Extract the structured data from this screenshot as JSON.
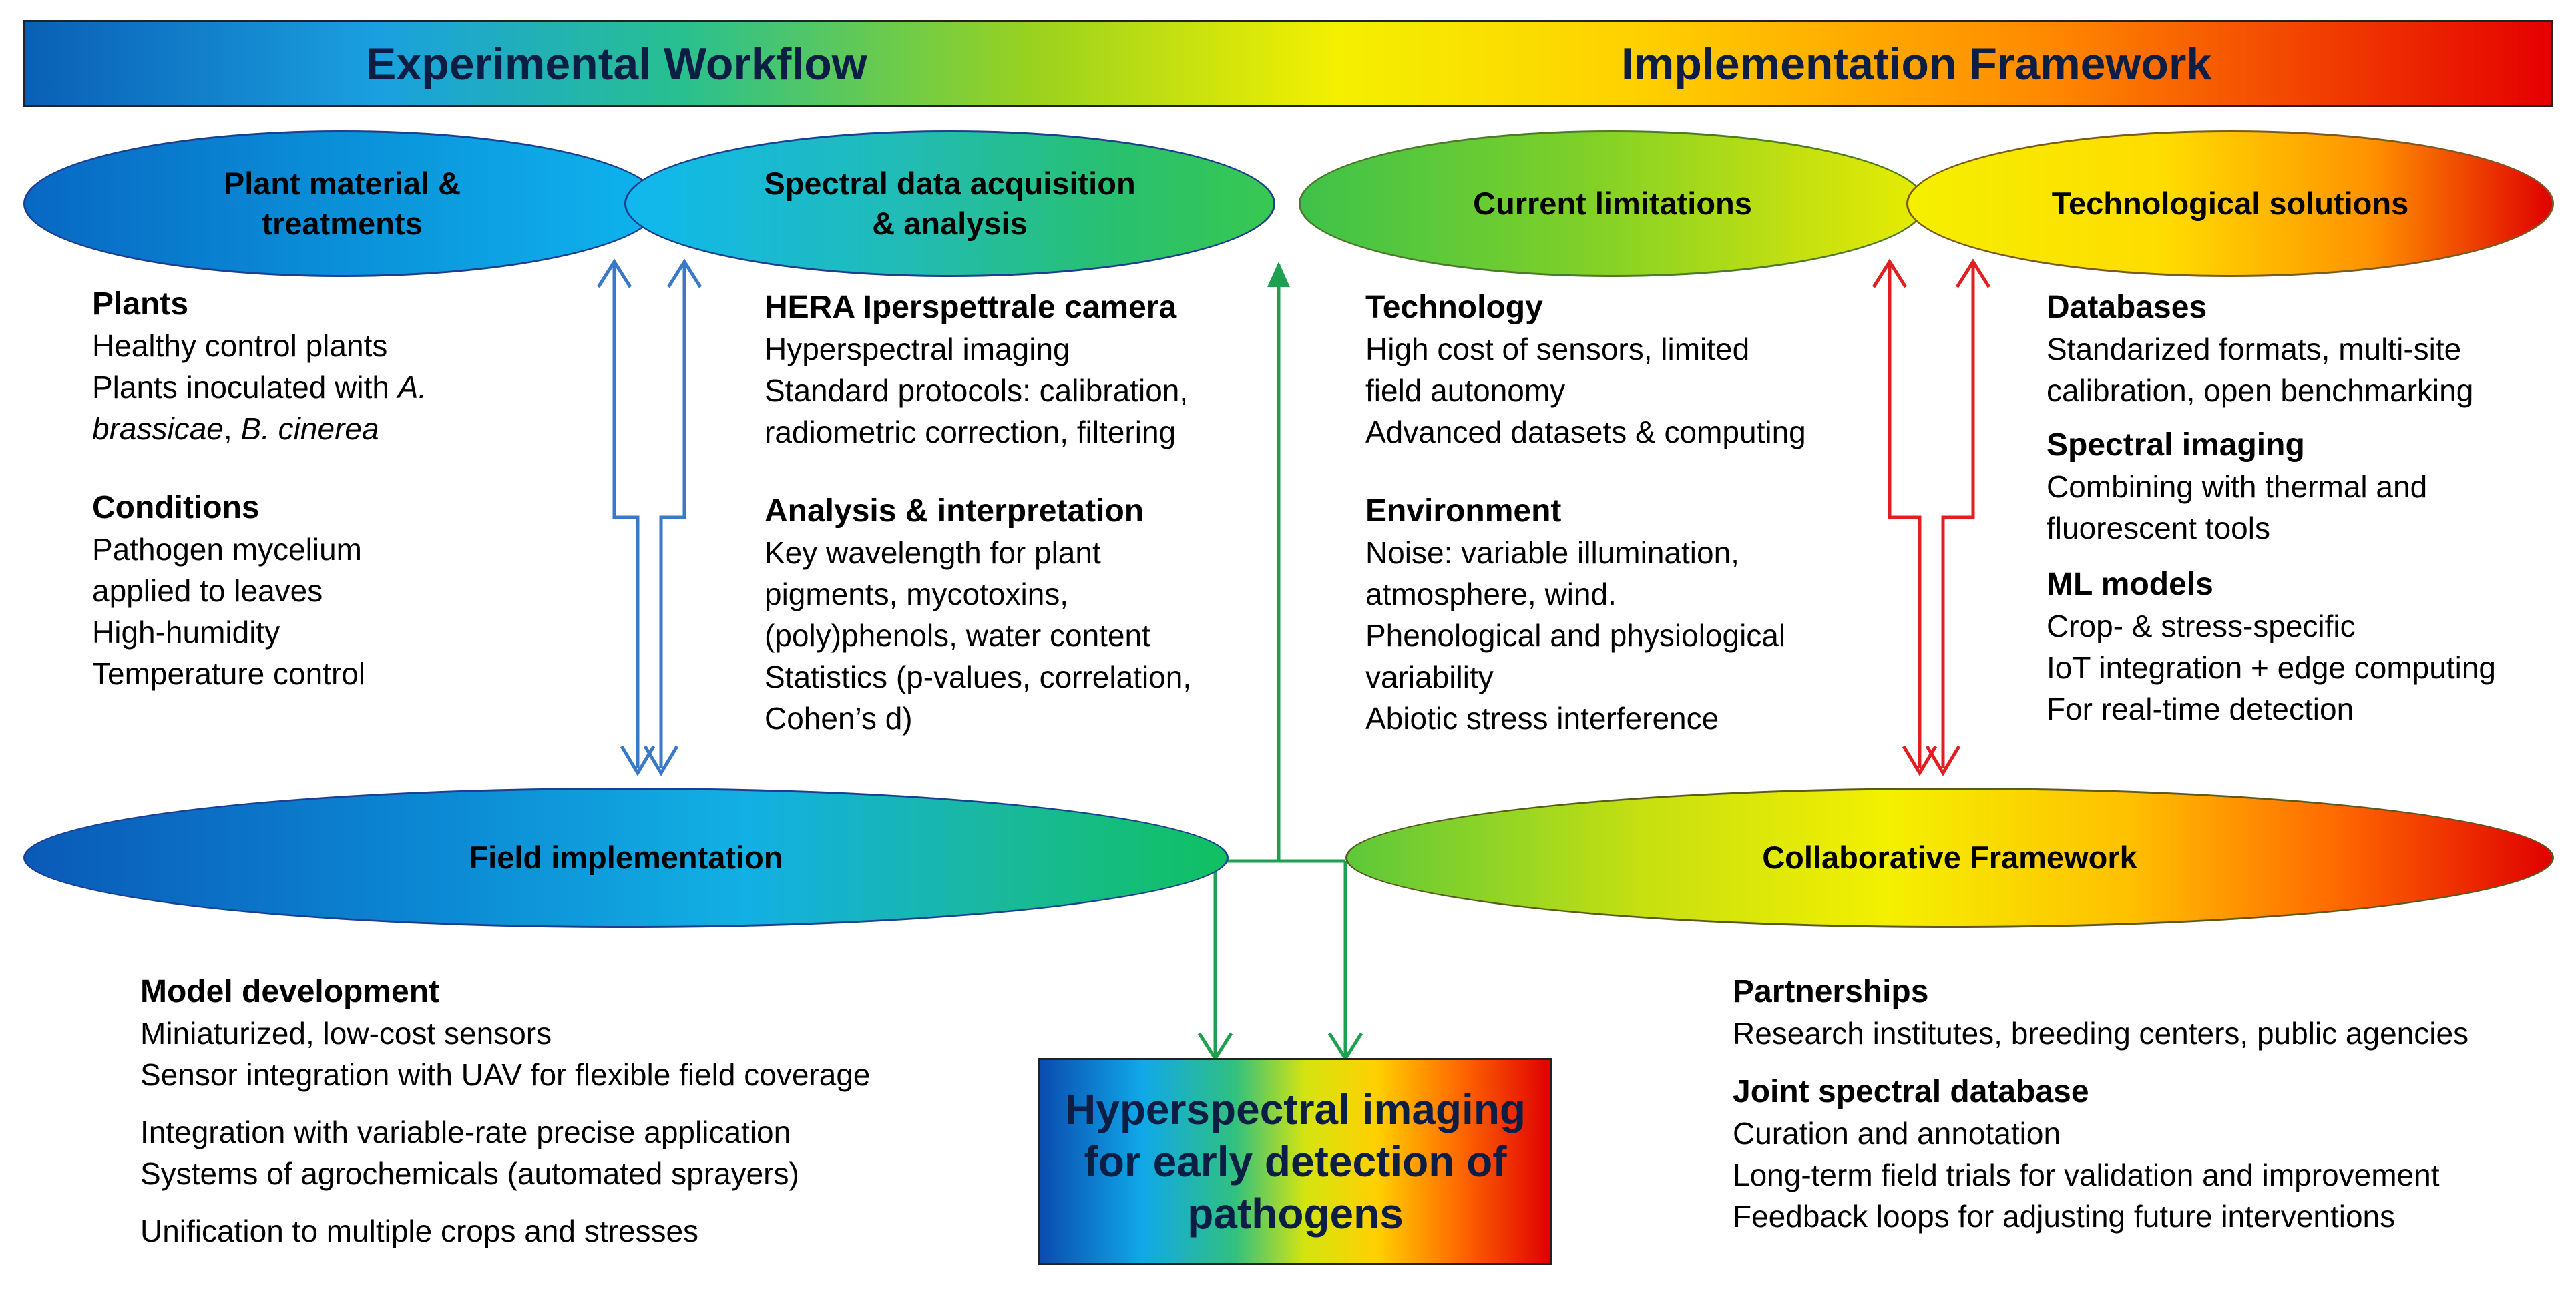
{
  "banner": {
    "left_title": "Experimental Workflow",
    "right_title": "Implementation Framework"
  },
  "colors": {
    "blue_arrow": "#3a78c8",
    "green_arrow": "#1fa050",
    "red_arrow": "#e02020"
  },
  "ellipses": {
    "plant_material": [
      "Plant material &",
      "treatments"
    ],
    "spectral": [
      "Spectral data acquisition",
      "& analysis"
    ],
    "limitations": "Current limitations",
    "solutions": "Technological solutions",
    "field": "Field implementation",
    "collab": "Collaborative Framework"
  },
  "plants": {
    "heading": "Plants",
    "lines": [
      "Healthy control plants",
      "Plants inoculated with"
    ],
    "species_1_start": "A.",
    "species_1_end": "brassicae",
    "separator": ", ",
    "species_2": "B. cinerea"
  },
  "conditions": {
    "heading": "Conditions",
    "lines": [
      "Pathogen mycelium",
      "applied to leaves",
      "High-humidity",
      "Temperature control"
    ]
  },
  "hera": {
    "heading": "HERA Iperspettrale camera",
    "lines": [
      "Hyperspectral imaging",
      "Standard protocols: calibration,",
      "radiometric correction, filtering"
    ]
  },
  "analysis": {
    "heading": "Analysis & interpretation",
    "lines": [
      "Key wavelength for plant",
      "pigments, mycotoxins,",
      "(poly)phenols, water content",
      "Statistics (p-values, correlation,",
      "Cohen’s d)"
    ]
  },
  "technology": {
    "heading": "Technology",
    "lines": [
      "High cost of sensors, limited",
      "field autonomy",
      "Advanced datasets & computing"
    ]
  },
  "environment": {
    "heading": "Environment",
    "lines": [
      "Noise: variable illumination,",
      "atmosphere, wind.",
      "Phenological and physiological",
      "variability",
      "Abiotic stress interference"
    ]
  },
  "databases": {
    "heading": "Databases",
    "lines": [
      "Standarized formats, multi-site",
      "calibration, open benchmarking"
    ]
  },
  "spectral_imaging": {
    "heading": "Spectral imaging",
    "lines": [
      "Combining with thermal and",
      "fluorescent tools"
    ]
  },
  "ml_models": {
    "heading": "ML models",
    "lines": [
      "Crop- & stress-specific",
      "IoT integration + edge computing",
      "For real-time detection"
    ]
  },
  "model_dev": {
    "heading": "Model development",
    "lines_a": [
      "Miniaturized, low-cost sensors",
      "Sensor integration with UAV for flexible field coverage"
    ],
    "lines_b": [
      "Integration with variable-rate precise application",
      "Systems of agrochemicals (automated sprayers)"
    ],
    "lines_c": [
      "Unification to multiple crops and stresses"
    ]
  },
  "partnerships": {
    "heading": "Partnerships",
    "lines": [
      "Research institutes, breeding centers, public agencies"
    ]
  },
  "joint_db": {
    "heading": "Joint spectral database",
    "lines": [
      "Curation and annotation",
      "Long-term field trials for validation and improvement",
      "Feedback loops for adjusting future  interventions"
    ]
  },
  "center": {
    "lines": [
      "Hyperspectral imaging",
      "for early detection of",
      "pathogens"
    ]
  }
}
